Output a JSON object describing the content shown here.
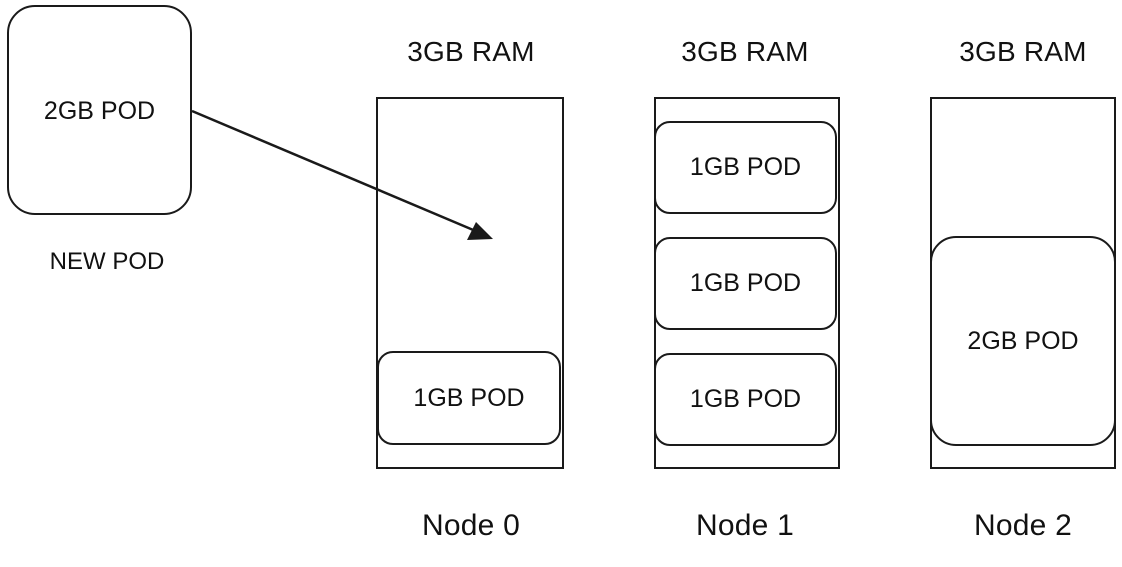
{
  "new_pod": {
    "pod_label": "2GB POD",
    "caption": "NEW POD"
  },
  "nodes": [
    {
      "ram": "3GB RAM",
      "name": "Node 0",
      "pods": [
        "1GB POD"
      ]
    },
    {
      "ram": "3GB RAM",
      "name": "Node 1",
      "pods": [
        "1GB POD",
        "1GB POD",
        "1GB POD"
      ]
    },
    {
      "ram": "3GB RAM",
      "name": "Node 2",
      "pods": [
        "2GB POD"
      ]
    }
  ],
  "colors": {
    "stroke": "#1a1a1a",
    "background": "#ffffff"
  }
}
